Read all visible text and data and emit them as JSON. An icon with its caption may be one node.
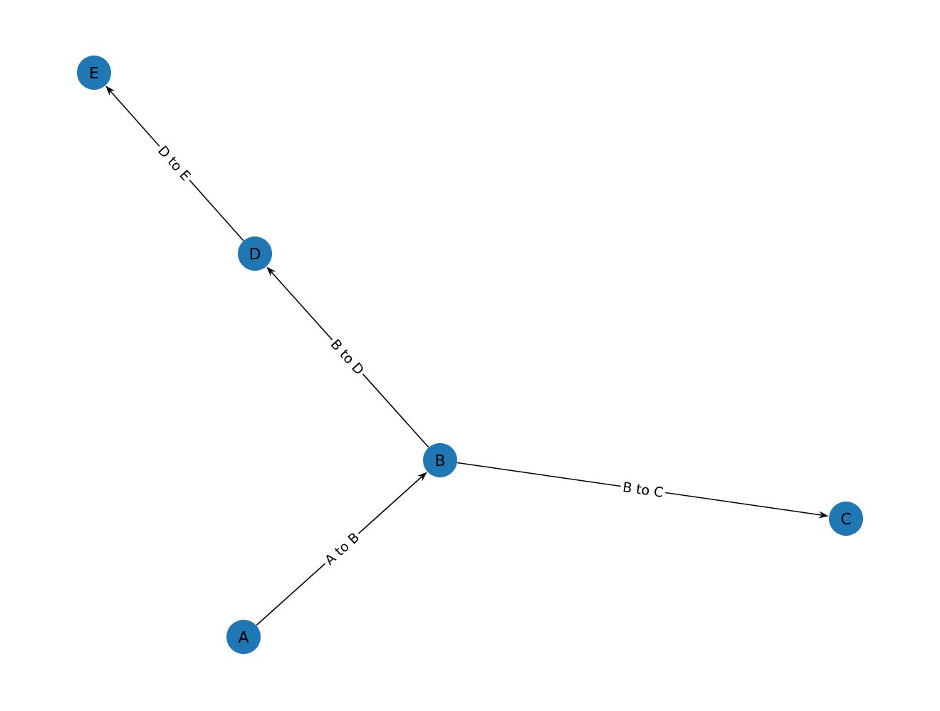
{
  "diagram": {
    "nodes": [
      {
        "text": [
          "A"
        ]
      },
      {
        "text": [
          "B"
        ]
      },
      {
        "text": [
          "C"
        ]
      },
      {
        "text": [
          "D"
        ]
      },
      {
        "text": [
          "E"
        ]
      }
    ],
    "edges": [
      {
        "from": 0,
        "to": 1,
        "arrow": "to",
        "label": "A to B"
      },
      {
        "from": 1,
        "to": 2,
        "arrow": "to",
        "label": "B to C"
      },
      {
        "from": 1,
        "to": 3,
        "arrow": "to",
        "label": "B to D"
      },
      {
        "from": 3,
        "to": 4,
        "arrow": "to",
        "label": "D to E"
      }
    ]
  }
}
